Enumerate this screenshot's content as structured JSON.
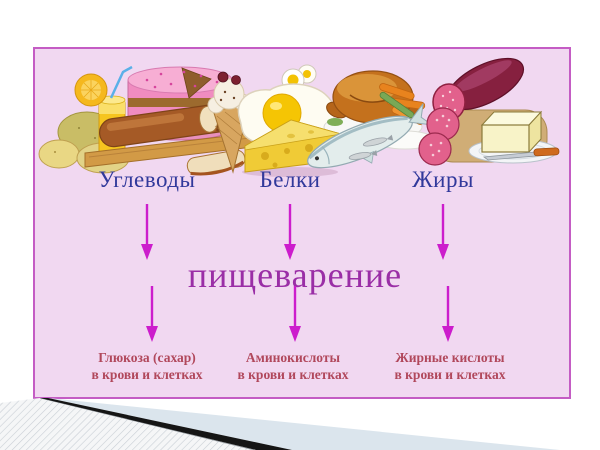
{
  "slide": {
    "digestion_label": "пищеварение",
    "groups": [
      {
        "label": "Углеводы",
        "result_line1": "Глюкоза (сахар)",
        "result_line2": "в крови и клетках",
        "foods": [
          "potatoes-icon",
          "orange-icon",
          "juice-glass-icon",
          "layer-cake-icon",
          "cutting-board-icon",
          "bread-loaf-icon",
          "bread-slice-icon",
          "ice-cream-cone-icon"
        ]
      },
      {
        "label": "Белки",
        "result_line1": "Аминокислоты",
        "result_line2": "в крови и клетках",
        "foods": [
          "boiled-egg-icon",
          "fried-egg-icon",
          "cheese-wedge-icon",
          "roast-chicken-icon",
          "vegetable-garnish-icon",
          "fish-icon",
          "sprats-icon"
        ]
      },
      {
        "label": "Жиры",
        "result_line1": "Жирные кислоты",
        "result_line2": "в крови и клетках",
        "foods": [
          "salami-icon",
          "salami-slices-icon",
          "butter-block-icon",
          "butter-plate-icon",
          "knife-icon"
        ]
      }
    ],
    "colors": {
      "slide_background": "#f1d8f1",
      "slide_border": "#c45cc4",
      "group_label_text": "#31399b",
      "arrow": "#cc1dcc",
      "digestion_text": "#9a2ea6",
      "result_text": "#b1485c",
      "deco_blue": "#dbe5ed",
      "deco_black": "#151515"
    }
  }
}
